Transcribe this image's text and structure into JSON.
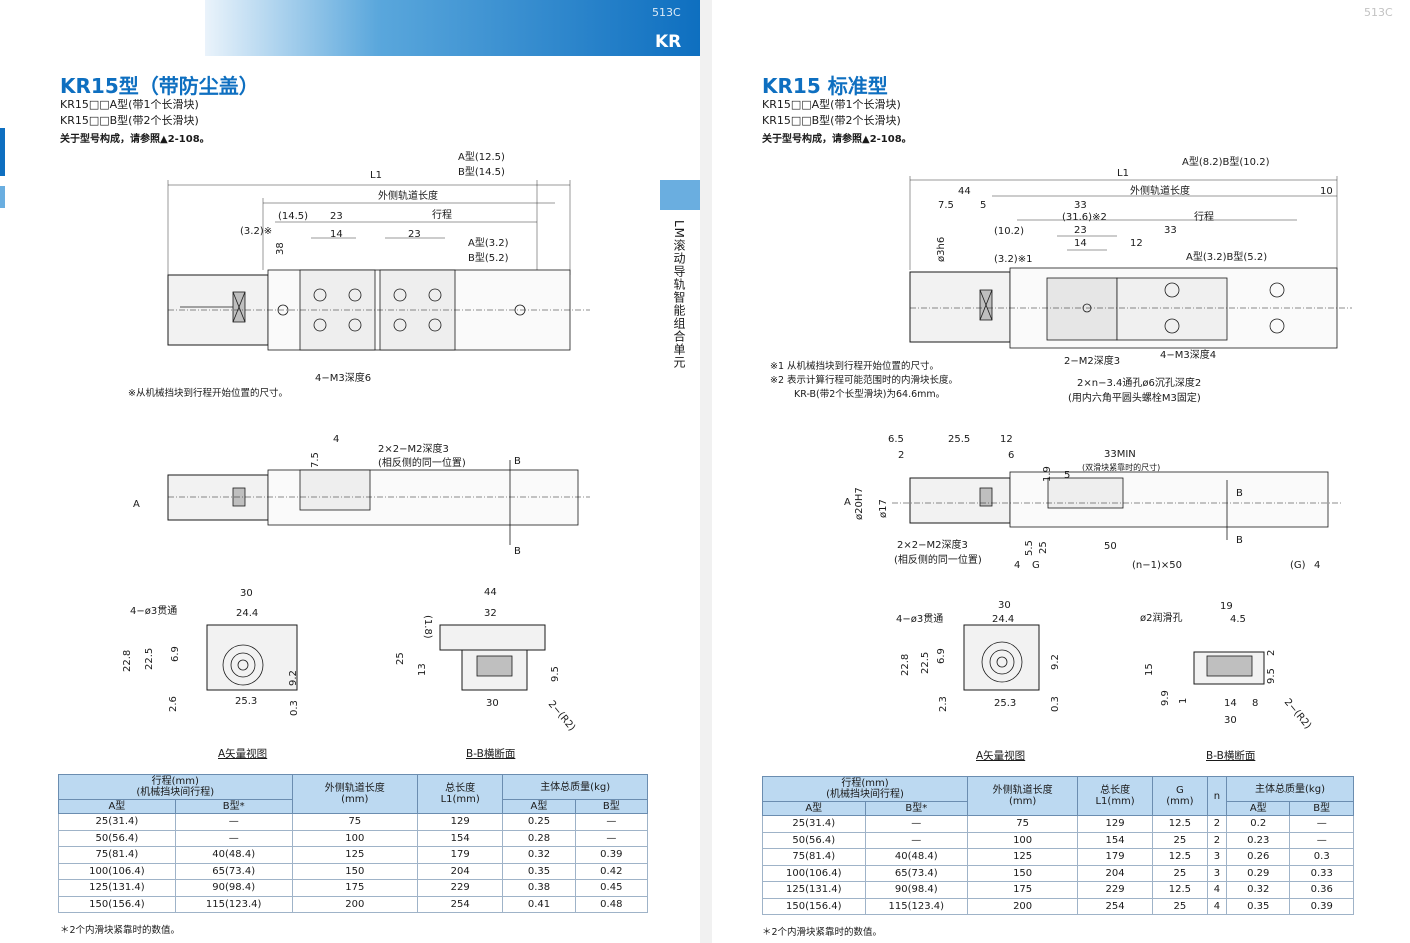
{
  "header": {
    "left_page_number": "513C",
    "right_page_number": "513C",
    "series_badge": "KR"
  },
  "side_label": "LM滚动导轨智能组合单元",
  "left": {
    "title": "KR15型（带防尘盖）",
    "subtitle_a": "KR15□□A型(带1个长滑块)",
    "subtitle_b": "KR15□□B型(带2个长滑块)",
    "model_ref": "关于型号构成，请参照▲2-108。",
    "labels": {
      "L1": "L1",
      "rail_len": "外侧轨道长度",
      "stroke": "行程",
      "a_type_top": "A型(12.5)",
      "b_type_top": "B型(14.5)",
      "d145": "(14.5)",
      "d23a": "23",
      "d14": "14",
      "d23b": "23",
      "d32": "(3.2)※",
      "d38": "38",
      "a_type_mid": "A型(3.2)",
      "b_type_mid": "B型(5.2)",
      "m3": "4−M3深度6",
      "d4": "4",
      "d75": "7.5",
      "m2": "2×2−M2深度3",
      "m2_note": "(相反侧的同一位置)",
      "arrow_b": "B",
      "arrow_a": "A",
      "d30": "30",
      "d244": "24.4",
      "hole": "4−ø3贯通",
      "d228": "22.8",
      "d225": "22.5",
      "d69": "6.9",
      "d92": "9.2",
      "d26": "2.6",
      "d253": "25.3",
      "d03": "0.3",
      "d44": "44",
      "d18": "(1.8)",
      "d32w": "32",
      "d25": "25",
      "d13": "13",
      "d95": "9.5",
      "d30b": "30",
      "r2": "2−(R2)"
    },
    "note": "※从机械挡块到行程开始位置的尺寸。",
    "caption_a": "A矢量视图",
    "caption_b": "B-B横断面",
    "table": {
      "h_stroke": "行程(mm)",
      "h_stroke2": "(机械挡块间行程)",
      "h_rail": "外侧轨道长度",
      "h_rail_unit": "(mm)",
      "h_total": "总长度",
      "h_total_unit": "L1(mm)",
      "h_mass": "主体总质量(kg)",
      "h_a": "A型",
      "h_b": "B型*",
      "h_ma": "A型",
      "h_mb": "B型",
      "rows": [
        [
          "25(31.4)",
          "—",
          "75",
          "129",
          "0.25",
          "—"
        ],
        [
          "50(56.4)",
          "—",
          "100",
          "154",
          "0.28",
          "—"
        ],
        [
          "75(81.4)",
          "40(48.4)",
          "125",
          "179",
          "0.32",
          "0.39"
        ],
        [
          "100(106.4)",
          "65(73.4)",
          "150",
          "204",
          "0.35",
          "0.42"
        ],
        [
          "125(131.4)",
          "90(98.4)",
          "175",
          "229",
          "0.38",
          "0.45"
        ],
        [
          "150(156.4)",
          "115(123.4)",
          "200",
          "254",
          "0.41",
          "0.48"
        ]
      ]
    },
    "footnote": "＊2个内滑块紧靠时的数值。"
  },
  "right": {
    "title": "KR15 标准型",
    "subtitle_a": "KR15□□A型(带1个长滑块)",
    "subtitle_b": "KR15□□B型(带2个长滑块)",
    "model_ref": "关于型号构成，请参照▲2-108。",
    "labels": {
      "ab_top": "A型(8.2)B型(10.2)",
      "L1": "L1",
      "d44": "44",
      "rail_len": "外侧轨道长度",
      "d10": "10",
      "d75": "7.5",
      "d5": "5",
      "d33a": "33",
      "d316": "(31.6)※2",
      "stroke": "行程",
      "d102": "(10.2)",
      "d23": "23",
      "d14": "14",
      "d12": "12",
      "d33b": "33",
      "d3h6": "ø3h6",
      "d32": "(3.2)※1",
      "ab_mid": "A型(3.2)B型(5.2)",
      "m2": "2−M2深度3",
      "m3": "4−M3深度4",
      "holes": "2×n−3.4通孔ø6沉孔深度2",
      "holes_note": "(用内六角平圆头螺栓M3固定)",
      "d65": "6.5",
      "d255": "25.5",
      "d12b": "12",
      "d2": "2",
      "d6": "6",
      "min": "33MIN",
      "min_note": "(双滑块紧靠时的尺寸)",
      "d19": "1.9",
      "d5b": "5",
      "d20h7": "ø20H7",
      "d17": "ø17",
      "arrow_b": "B",
      "arrow_a": "A",
      "m2b": "2×2−M2深度3",
      "m2b_note": "(相反侧的同一位置)",
      "d55": "5.5",
      "d25": "25",
      "d50": "50",
      "d4": "4",
      "g": "G",
      "n50": "(n−1)×50",
      "g2": "(G)",
      "d4b": "4",
      "d30": "30",
      "d244": "24.4",
      "hole": "4−ø3贯通",
      "d228": "22.8",
      "d225": "22.5",
      "d69": "6.9",
      "d92": "9.2",
      "d23b": "2.3",
      "d253": "25.3",
      "d03": "0.3",
      "oil": "ø2润滑孔",
      "d19w": "19",
      "d45": "4.5",
      "d15": "15",
      "d2v": "2",
      "d95": "9.5",
      "d99": "9.9",
      "d1": "1",
      "d14b": "14",
      "d8": "8",
      "d30b": "30",
      "r2": "2−(R2)"
    },
    "notes": [
      "※1  从机械挡块到行程开始位置的尺寸。",
      "※2  表示计算行程可能范围时的内滑块长度。",
      "KR-B(带2个长型滑块)为64.6mm。"
    ],
    "caption_a": "A矢量视图",
    "caption_b": "B-B横断面",
    "table": {
      "h_stroke": "行程(mm)",
      "h_stroke2": "(机械挡块间行程)",
      "h_rail": "外侧轨道长度",
      "h_rail_unit": "(mm)",
      "h_total": "总长度",
      "h_total_unit": "L1(mm)",
      "h_g": "G",
      "h_g_unit": "(mm)",
      "h_n": "n",
      "h_mass": "主体总质量(kg)",
      "h_a": "A型",
      "h_b": "B型*",
      "h_ma": "A型",
      "h_mb": "B型",
      "rows": [
        [
          "25(31.4)",
          "—",
          "75",
          "129",
          "12.5",
          "2",
          "0.2",
          "—"
        ],
        [
          "50(56.4)",
          "—",
          "100",
          "154",
          "25",
          "2",
          "0.23",
          "—"
        ],
        [
          "75(81.4)",
          "40(48.4)",
          "125",
          "179",
          "12.5",
          "3",
          "0.26",
          "0.3"
        ],
        [
          "100(106.4)",
          "65(73.4)",
          "150",
          "204",
          "25",
          "3",
          "0.29",
          "0.33"
        ],
        [
          "125(131.4)",
          "90(98.4)",
          "175",
          "229",
          "12.5",
          "4",
          "0.32",
          "0.36"
        ],
        [
          "150(156.4)",
          "115(123.4)",
          "200",
          "254",
          "25",
          "4",
          "0.35",
          "0.39"
        ]
      ]
    },
    "footnote": "＊2个内滑块紧靠时的数值。"
  }
}
